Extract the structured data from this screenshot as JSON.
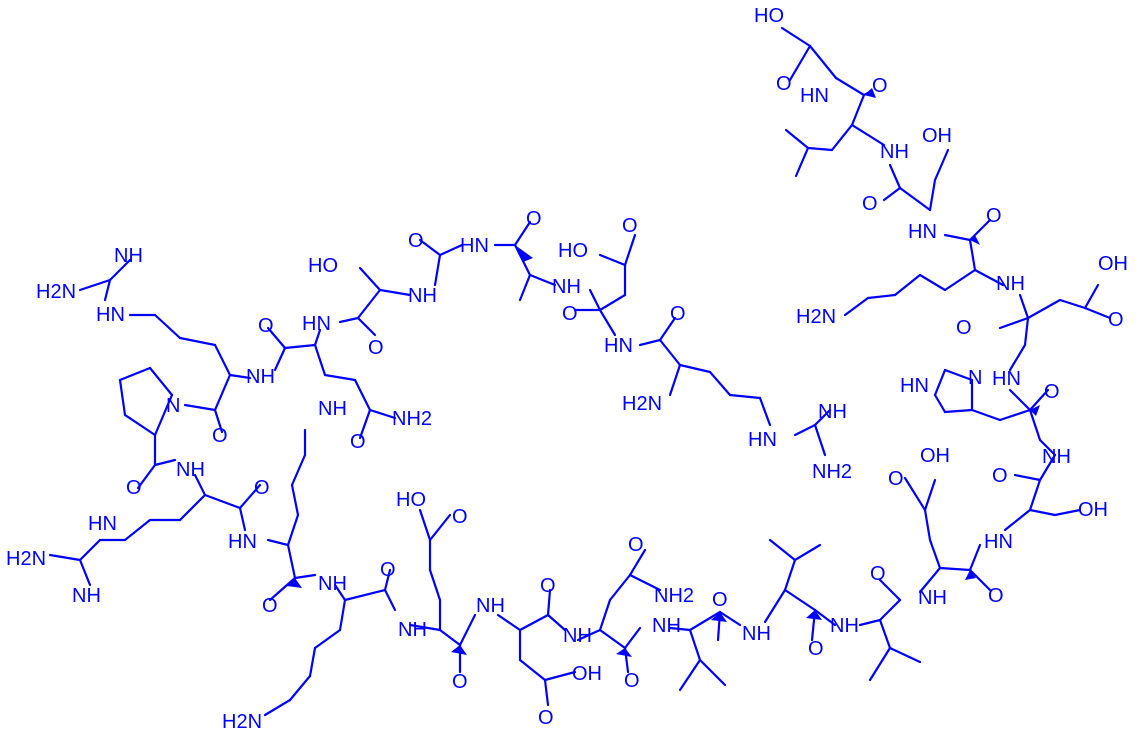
{
  "colors": {
    "structure": "#0000ff",
    "background": "#ffffff"
  },
  "labels": {
    "HO": "HO",
    "O": "O",
    "OH": "OH",
    "NH": "NH",
    "N": "N",
    "HN": "HN",
    "H2N": "H2N",
    "NH2": "NH2"
  }
}
